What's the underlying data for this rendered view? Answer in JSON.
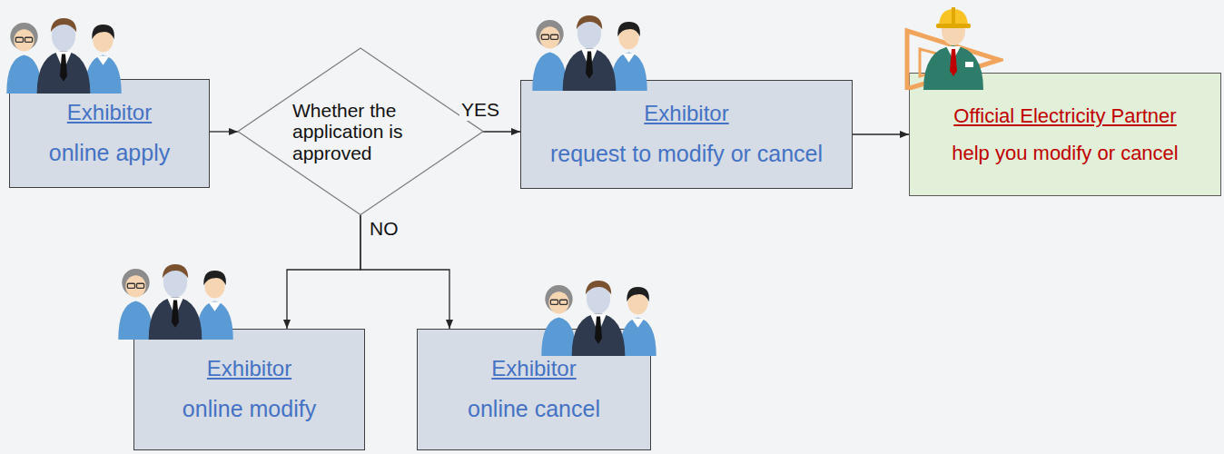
{
  "diagram": {
    "nodes": [
      {
        "text": [
          "Exhibitor",
          "online apply"
        ]
      },
      {
        "text": [
          "Whether the application is approved"
        ]
      },
      {
        "text": [
          "Exhibitor",
          "request to modify or cancel"
        ]
      },
      {
        "text": [
          "Official Electricity Partner",
          "help you modify or cancel"
        ]
      },
      {
        "text": [
          "Exhibitor",
          "online modify"
        ]
      },
      {
        "text": [
          "Exhibitor",
          "online cancel"
        ]
      }
    ],
    "edges": [
      {
        "from": 0,
        "to": 1,
        "arrow": "to"
      },
      {
        "from": 1,
        "to": 2,
        "label": "YES",
        "arrow": "to"
      },
      {
        "from": 2,
        "to": 3,
        "arrow": "to"
      },
      {
        "from": 1,
        "to": 4,
        "label": "NO",
        "arrow": "to"
      },
      {
        "from": 1,
        "to": 5,
        "arrow": "to"
      }
    ]
  }
}
